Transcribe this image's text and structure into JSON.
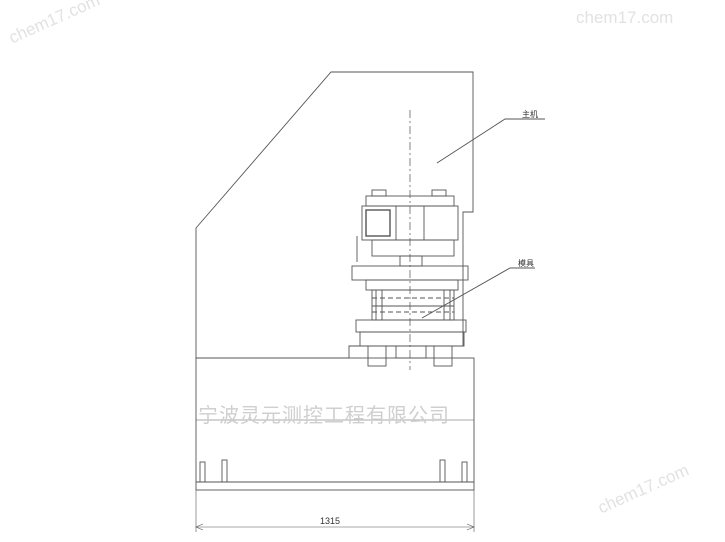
{
  "labels": {
    "main_machine": "主机",
    "mold": "模具"
  },
  "dimension": {
    "width_label": "1315"
  },
  "watermark": {
    "company": "宁波灵元测控工程有限公司",
    "site": "chem17.com"
  },
  "colors": {
    "line": "#555555",
    "dash": "#777777",
    "watermark": "#e2e2e2"
  }
}
